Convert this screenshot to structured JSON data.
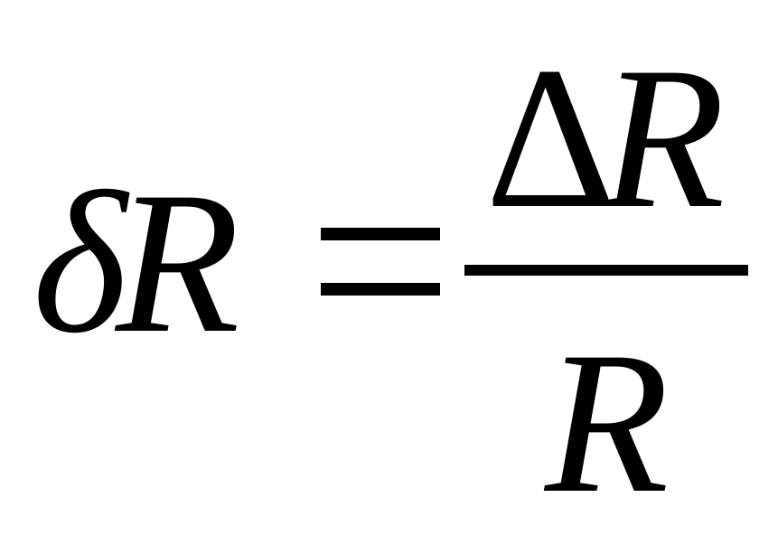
{
  "formula": {
    "lhs": {
      "delta": "δ",
      "variable": "R"
    },
    "equals": "=",
    "numerator": {
      "delta": "Δ",
      "variable": "R"
    },
    "denominator": {
      "variable": "R"
    }
  },
  "colors": {
    "text": "#000000",
    "background": "#ffffff"
  }
}
